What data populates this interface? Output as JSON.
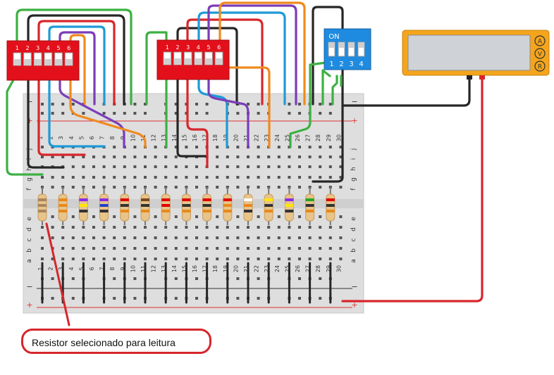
{
  "caption": "Resistor selecionado para leitura",
  "dip_switch_left": {
    "labels": [
      "1",
      "2",
      "3",
      "4",
      "5",
      "6"
    ],
    "color": "#e3101b"
  },
  "dip_switch_mid": {
    "labels": [
      "1",
      "2",
      "3",
      "4",
      "5",
      "6"
    ],
    "color": "#e3101b"
  },
  "dip_switch_right": {
    "on_label": "ON",
    "labels": [
      "1",
      "2",
      "3",
      "4"
    ],
    "color": "#1f8be0"
  },
  "multimeter": {
    "buttons": [
      "A",
      "V",
      "R"
    ],
    "body_color": "#f4a51c"
  },
  "breadboard": {
    "column_labels": [
      "1",
      "2",
      "3",
      "4",
      "5",
      "6",
      "7",
      "8",
      "9",
      "10",
      "11",
      "12",
      "13",
      "14",
      "15",
      "16",
      "17",
      "18",
      "19",
      "20",
      "21",
      "22",
      "23",
      "24",
      "25",
      "26",
      "27",
      "28",
      "29",
      "30"
    ],
    "row_labels_top": [
      "j",
      "i",
      "h",
      "g",
      "f"
    ],
    "row_labels_bottom": [
      "e",
      "d",
      "c",
      "b",
      "a"
    ],
    "rail_minus": "−",
    "rail_plus": "+"
  },
  "resistors": [
    {
      "bands": [
        "#a8855f",
        "#a8855f",
        "#a8855f"
      ]
    },
    {
      "bands": [
        "#e8891a",
        "#e8891a",
        "#e8891a"
      ]
    },
    {
      "bands": [
        "#8a2be2",
        "#ffe600",
        "#333333"
      ]
    },
    {
      "bands": [
        "#8a2be2",
        "#1f40d0",
        "#333333"
      ]
    },
    {
      "bands": [
        "#e00000",
        "#333333",
        "#e8891a"
      ]
    },
    {
      "bands": [
        "#7a4a20",
        "#333333",
        "#e8891a"
      ]
    },
    {
      "bands": [
        "#e00000",
        "#e00000",
        "#e8891a"
      ]
    },
    {
      "bands": [
        "#e00000",
        "#333333",
        "#e8891a"
      ]
    },
    {
      "bands": [
        "#e00000",
        "#333333",
        "#e8891a"
      ]
    },
    {
      "bands": [
        "#e00000",
        "#e8891a",
        "#e8891a"
      ]
    },
    {
      "bands": [
        "#ffffff",
        "#e8891a",
        "#333333"
      ]
    },
    {
      "bands": [
        "#ffe600",
        "#333333",
        "#e8891a"
      ]
    },
    {
      "bands": [
        "#8a2be2",
        "#ffe600",
        "#333333"
      ]
    },
    {
      "bands": [
        "#22a822",
        "#333333",
        "#e8891a"
      ]
    },
    {
      "bands": [
        "#e00000",
        "#333333",
        "#e8891a"
      ]
    }
  ]
}
